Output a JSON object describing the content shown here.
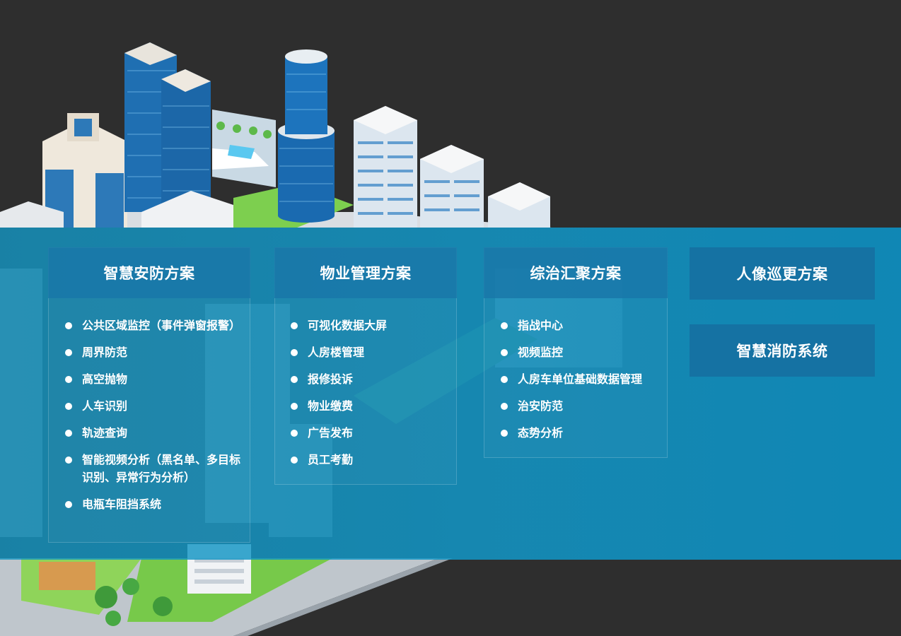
{
  "columns": [
    {
      "title": "智慧安防方案",
      "items": [
        "公共区域监控（事件弹窗报警）",
        "周界防范",
        "高空抛物",
        "人车识别",
        "轨迹查询",
        "智能视频分析（黑名单、多目标识别、异常行为分析）",
        "电瓶车阻挡系统"
      ]
    },
    {
      "title": "物业管理方案",
      "items": [
        "可视化数据大屏",
        "人房楼管理",
        "报修投诉",
        "物业缴费",
        "广告发布",
        "员工考勤"
      ]
    },
    {
      "title": "综治汇聚方案",
      "items": [
        "指战中心",
        "视频监控",
        "人房车单位基础数据管理",
        "治安防范",
        "态势分析"
      ]
    }
  ],
  "side_buttons": [
    "人像巡更方案",
    "智慧消防系统"
  ],
  "colors": {
    "background": "#2e2e2e",
    "overlay": "#1496c3",
    "header": "#1876a8",
    "text": "#ffffff"
  }
}
